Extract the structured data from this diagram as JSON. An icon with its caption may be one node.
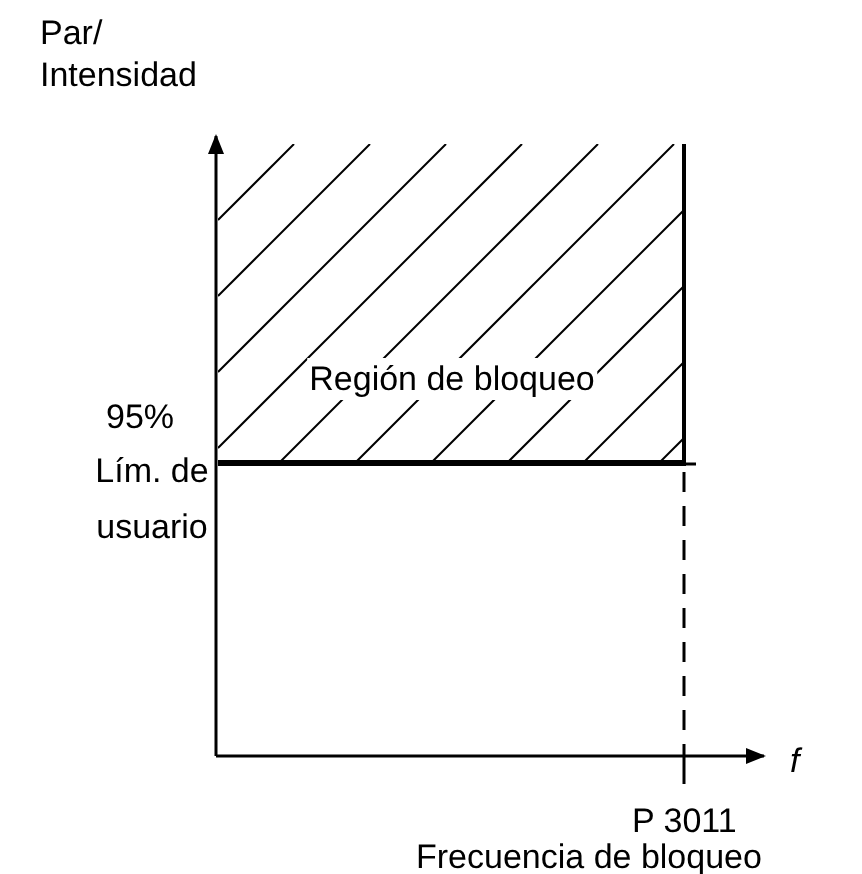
{
  "diagram": {
    "nodes": [
      {
        "text": [
          "Región de bloqueo"
        ]
      }
    ],
    "edges": [],
    "labels": [
      "Par/ Intensidad",
      "95%",
      "Lím. de usuario",
      "f",
      "P 3011",
      "Frecuencia de bloqueo"
    ]
  }
}
